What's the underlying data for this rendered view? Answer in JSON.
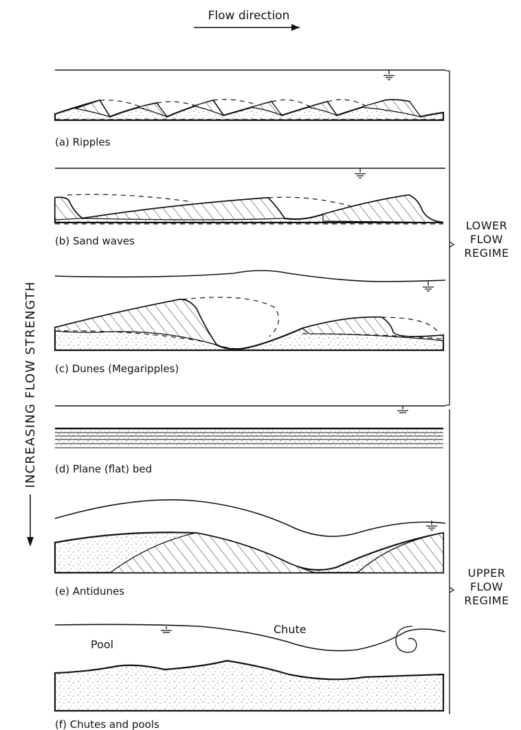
{
  "header": {
    "flow_direction": "Flow direction"
  },
  "axis": {
    "label": "INCREASING FLOW STRENGTH"
  },
  "regimes": {
    "lower": [
      "LOWER",
      "FLOW",
      "REGIME"
    ],
    "upper": [
      "UPPER",
      "FLOW",
      "REGIME"
    ]
  },
  "panels": {
    "a": {
      "caption": "(a) Ripples"
    },
    "b": {
      "caption": "(b) Sand waves"
    },
    "c": {
      "caption": "(c) Dunes (Megaripples)"
    },
    "d": {
      "caption": "(d) Plane (flat) bed"
    },
    "e": {
      "caption": "(e) Antidunes"
    },
    "f": {
      "caption": "(f) Chutes and pools",
      "label_pool": "Pool",
      "label_chute": "Chute"
    }
  }
}
